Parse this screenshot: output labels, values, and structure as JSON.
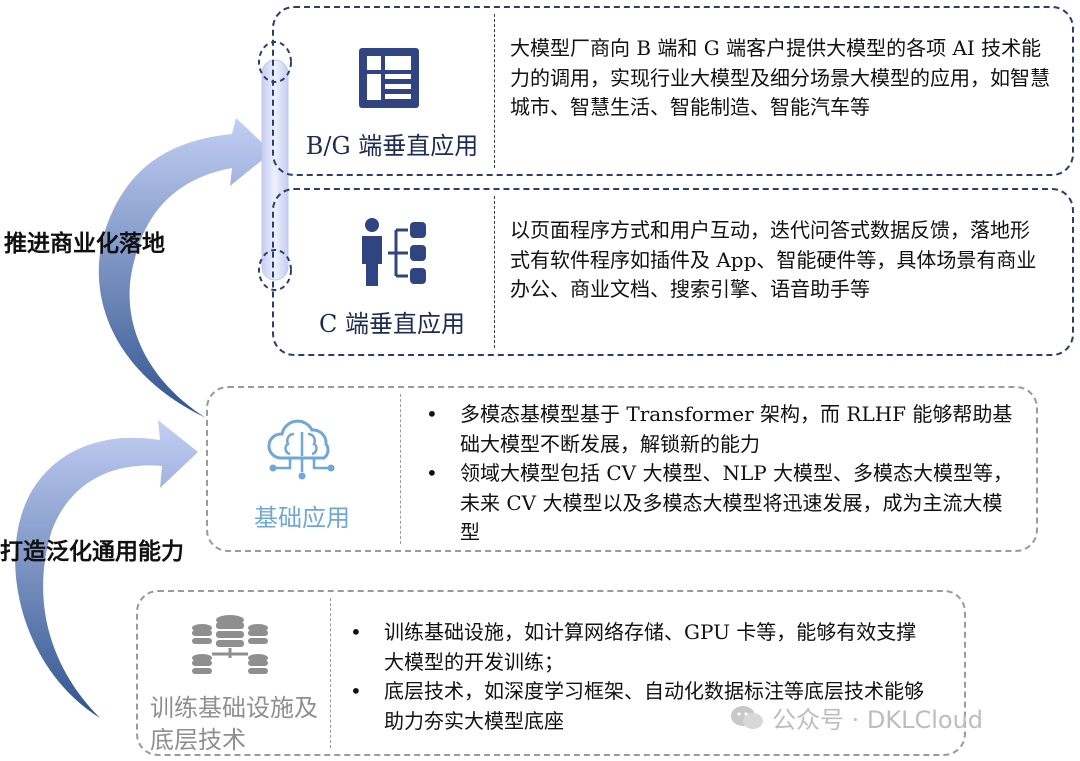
{
  "side_labels": {
    "commercial": "推进商业化落地",
    "general": "打造泛化通用能力"
  },
  "tiers": [
    {
      "label": "B/G 端垂直应用",
      "icon": "dashboard-icon",
      "description": "大模型厂商向 B 端和 G 端客户提供大模型的各项 AI 技术能力的调用，实现行业大模型及细分场景大模型的应用，如智慧城市、智慧生活、智能制造、智能汽车等"
    },
    {
      "label": "C 端垂直应用",
      "icon": "user-network-icon",
      "description": "以页面程序方式和用户互动，迭代问答式数据反馈，落地形式有软件程序如插件及 App、智能硬件等，具体场景有商业办公、商业文档、搜索引擎、语音助手等"
    },
    {
      "label": "基础应用",
      "icon": "cloud-brain-icon",
      "bullets": [
        "多模态基模型基于 Transformer 架构，而 RLHF 能够帮助基础大模型不断发展，解锁新的能力",
        "领域大模型包括 CV 大模型、NLP 大模型、多模态大模型等，未来 CV 大模型以及多模态大模型将迅速发展，成为主流大模型"
      ]
    },
    {
      "label": "训练基础设施及底层技术",
      "icon": "database-icon",
      "bullets": [
        "训练基础设施，如计算网络存储、GPU 卡等，能够有效支撑大模型的开发训练；",
        "底层技术，如深度学习框架、自动化数据标注等底层技术能够助力夯实大模型底座"
      ]
    }
  ],
  "watermark": "公众号 · DKLCloud",
  "colors": {
    "navy": "#2b3f6b",
    "icon_navy": "#2f4480",
    "light_blue": "#6fa8d6",
    "grey": "#8f8f8f"
  }
}
